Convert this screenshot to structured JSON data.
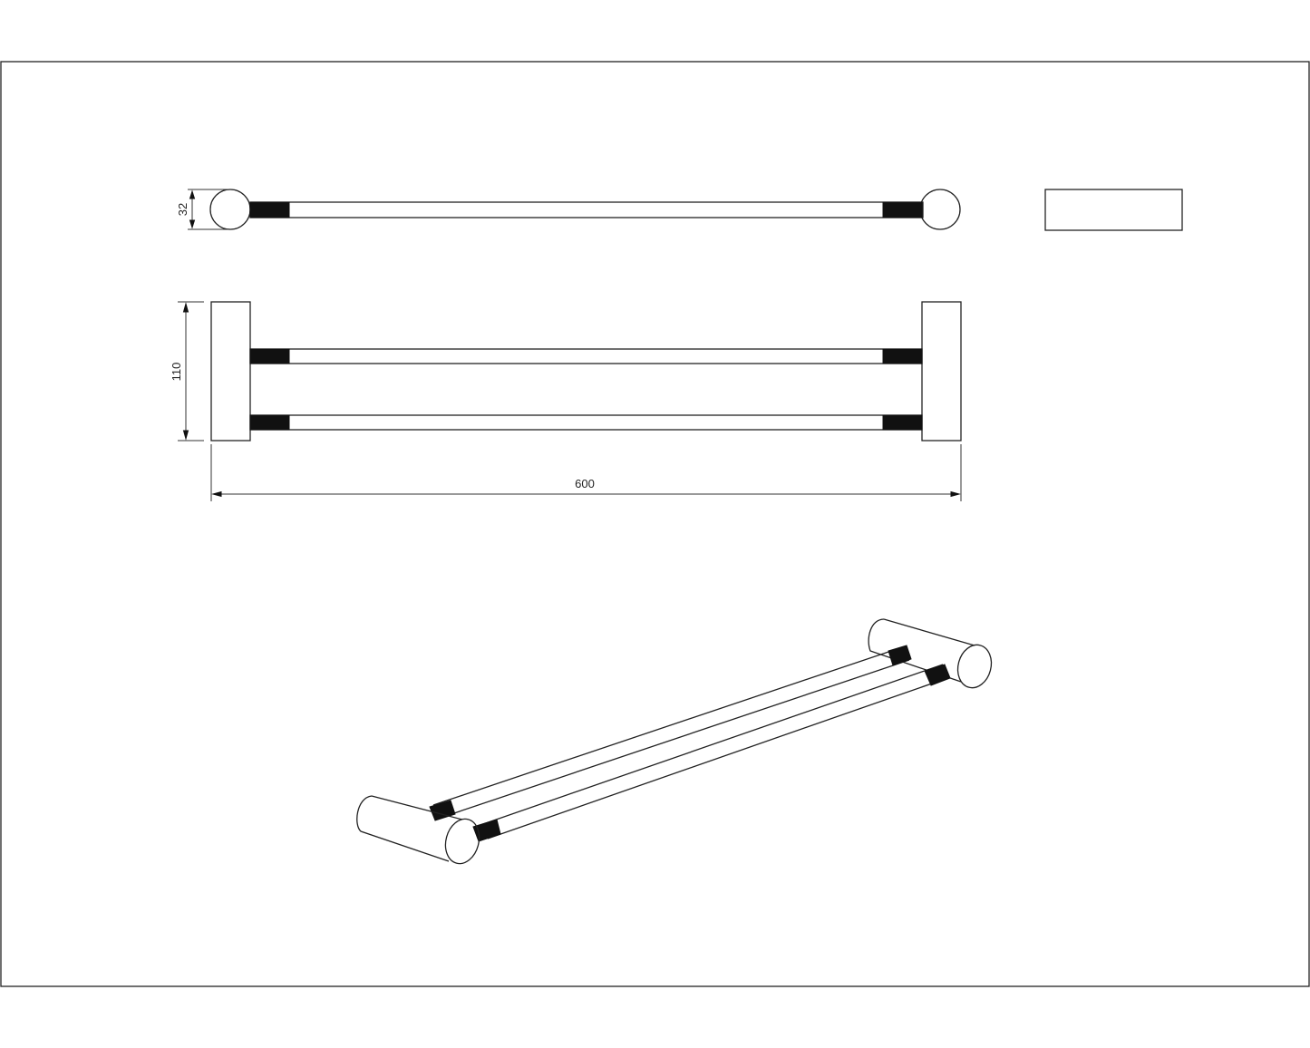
{
  "drawing": {
    "dimensions": {
      "diameter": "32",
      "height": "110",
      "length": "600"
    },
    "colors": {
      "line": "#222222",
      "thread": "#111111",
      "background": "#ffffff"
    }
  }
}
